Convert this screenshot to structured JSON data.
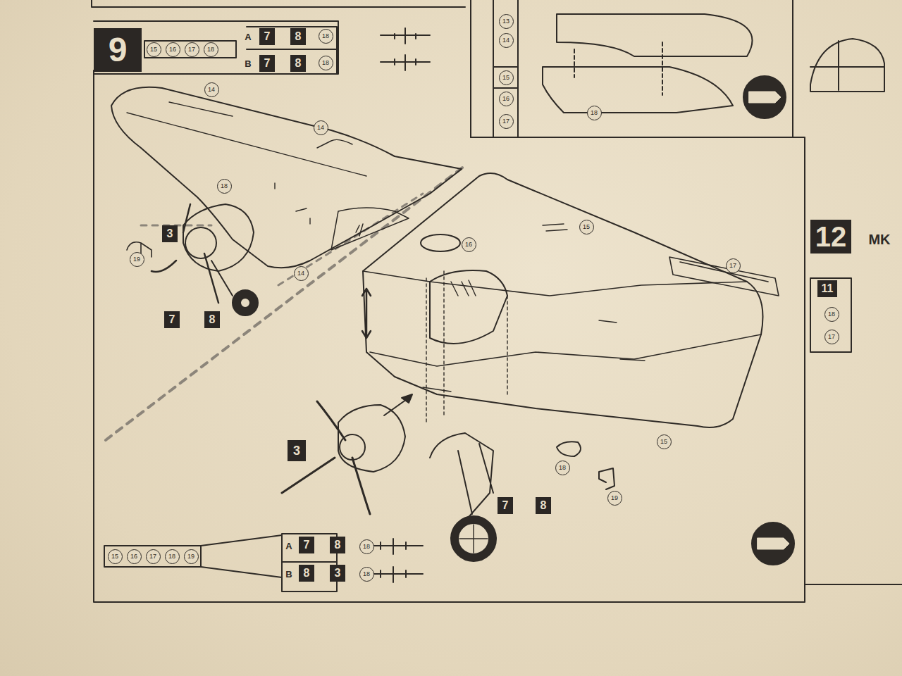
{
  "diagram": {
    "nodes": [
      {
        "text": [
          "9"
        ]
      },
      {
        "text": [
          "7"
        ]
      },
      {
        "text": [
          "8"
        ]
      },
      {
        "text": [
          "7"
        ]
      },
      {
        "text": [
          "8"
        ]
      },
      {
        "text": [
          "3"
        ]
      },
      {
        "text": [
          "7"
        ]
      },
      {
        "text": [
          "8"
        ]
      },
      {
        "text": [
          "3"
        ]
      },
      {
        "text": [
          "7"
        ]
      },
      {
        "text": [
          "8"
        ]
      },
      {
        "text": [
          "7"
        ]
      },
      {
        "text": [
          "8"
        ]
      },
      {
        "text": [
          "8"
        ]
      },
      {
        "text": [
          "3"
        ]
      },
      {
        "text": [
          "12"
        ]
      },
      {
        "text": [
          "11"
        ]
      }
    ],
    "labels": [
      "A",
      "B",
      "18",
      "18",
      "15",
      "16",
      "17",
      "18",
      "14",
      "14",
      "18",
      "19",
      "14",
      "16",
      "15",
      "17",
      "15",
      "18",
      "19",
      "15",
      "16",
      "17",
      "18",
      "19",
      "A",
      "B",
      "18",
      "18",
      "MK",
      "18",
      "17",
      "13",
      "14",
      "15",
      "16",
      "17",
      "18"
    ]
  }
}
